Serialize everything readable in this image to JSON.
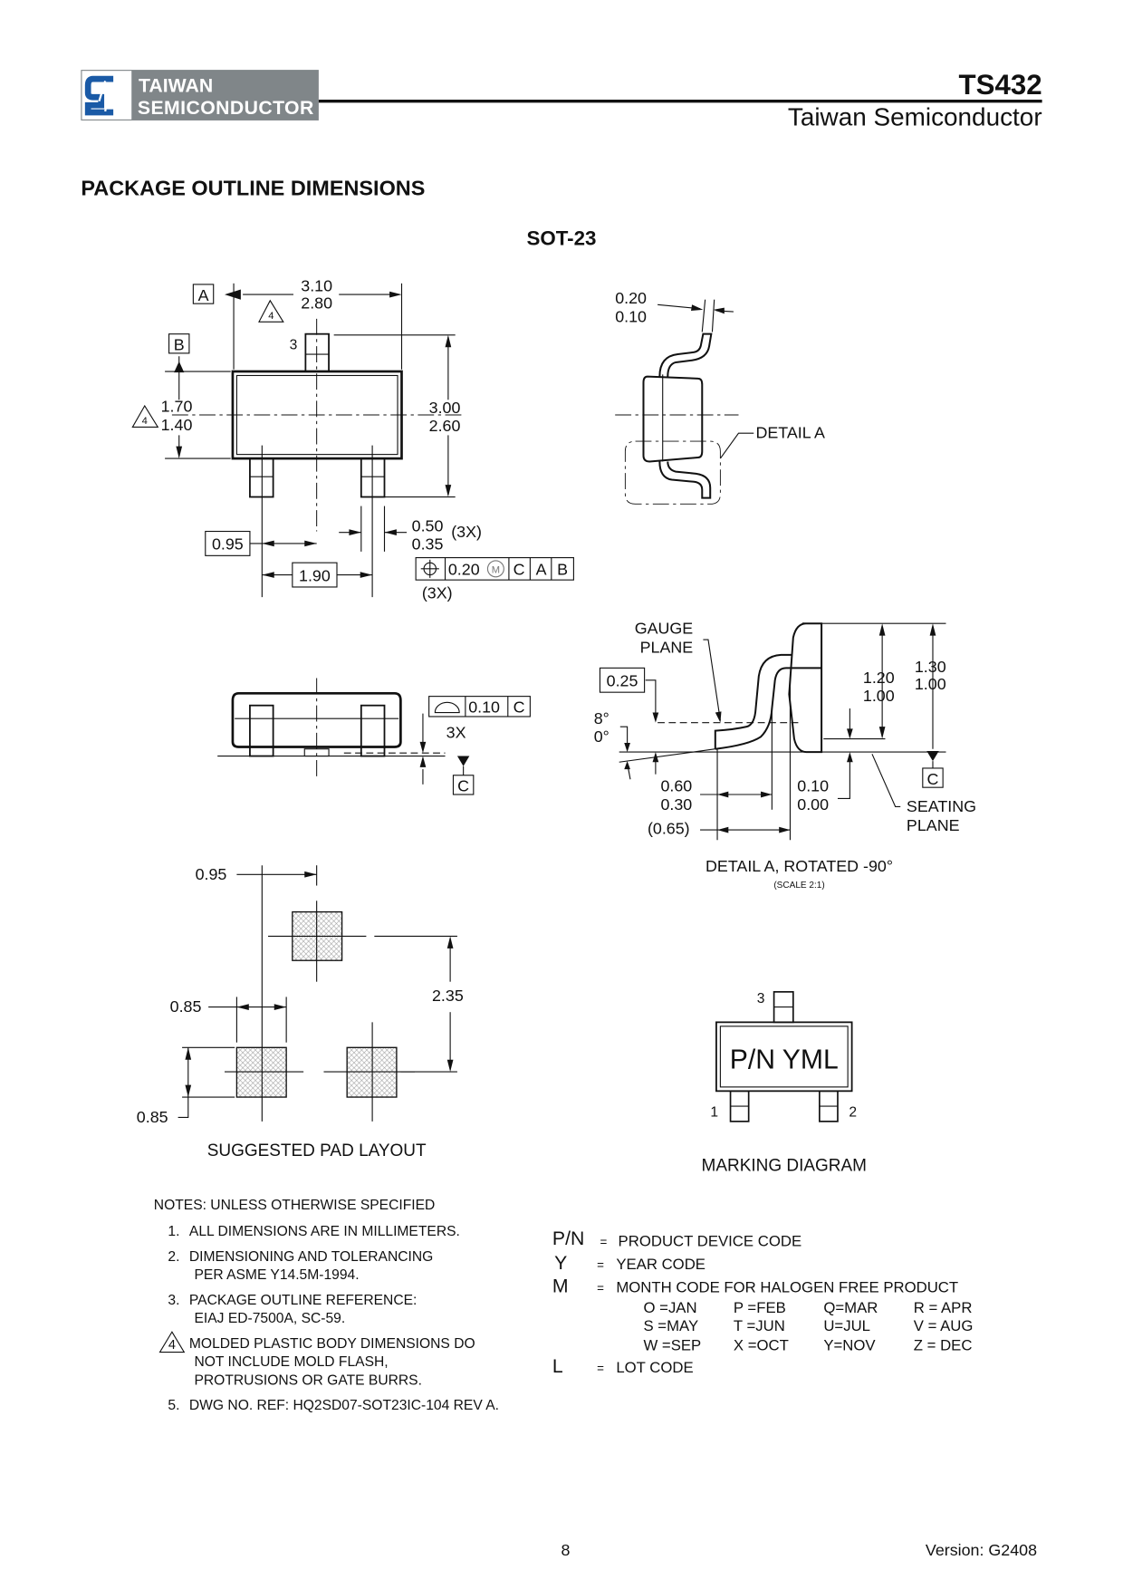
{
  "header": {
    "logo_line1": "TAIWAN",
    "logo_line2": "SEMICONDUCTOR",
    "part_number": "TS432",
    "company": "Taiwan Semiconductor",
    "logo_color": "#808689",
    "logo_accent": "#1a5aa6"
  },
  "section_title": "PACKAGE OUTLINE DIMENSIONS",
  "package_name": "SOT-23",
  "top_view": {
    "datum_a": "A",
    "datum_b": "B",
    "width_max": "3.10",
    "width_min": "2.80",
    "note_flag": "4",
    "pin3": "3",
    "body_max": "1.70",
    "body_min": "1.40",
    "height_max": "3.00",
    "height_min": "2.60",
    "pitch": "0.95",
    "pitch2": "1.90",
    "lead_max": "0.50",
    "lead_min": "0.35",
    "lead_count": "(3X)",
    "fcf_tol": "0.20",
    "fcf_mod": "M",
    "fcf_c": "C",
    "fcf_a": "A",
    "fcf_b": "B",
    "fcf_count": "(3X)"
  },
  "side_view": {
    "flatness": "0.10",
    "flatness_datum": "C",
    "count": "3X",
    "datum_c": "C"
  },
  "end_view": {
    "thk_max": "0.20",
    "thk_min": "0.10",
    "detail_label": "DETAIL A"
  },
  "detail_a": {
    "gauge1": "GAUGE",
    "gauge2": "PLANE",
    "gauge_dim": "0.25",
    "angle_max": "8°",
    "angle_min": "0°",
    "h1_max": "1.20",
    "h1_min": "1.00",
    "h2_max": "1.30",
    "h2_min": "1.00",
    "datum_c": "C",
    "seat1": "SEATING",
    "seat2": "PLANE",
    "foot_max": "0.60",
    "foot_min": "0.30",
    "standoff_max": "0.10",
    "standoff_min": "0.00",
    "foot_ref": "(0.65)",
    "caption": "DETAIL A, ROTATED -90°",
    "scale": "(SCALE 2:1)"
  },
  "pad_layout": {
    "pitch": "0.95",
    "span": "2.35",
    "pad_w": "0.85",
    "pad_h": "0.85",
    "caption": "SUGGESTED PAD LAYOUT"
  },
  "marking": {
    "pin3": "3",
    "pin1": "1",
    "pin2": "2",
    "text": "P/N YML",
    "caption": "MARKING DIAGRAM"
  },
  "notes": {
    "heading": "NOTES: UNLESS OTHERWISE SPECIFIED",
    "items": [
      {
        "num": "1.",
        "lines": [
          "ALL DIMENSIONS ARE IN MILLIMETERS."
        ]
      },
      {
        "num": "2.",
        "lines": [
          "DIMENSIONING AND TOLERANCING",
          "PER ASME Y14.5M-1994."
        ]
      },
      {
        "num": "3.",
        "lines": [
          "PACKAGE OUTLINE REFERENCE:",
          "EIAJ ED-7500A,  SC-59."
        ]
      },
      {
        "num": "4",
        "lines": [
          "MOLDED PLASTIC BODY DIMENSIONS DO",
          "NOT INCLUDE MOLD FLASH,",
          "PROTRUSIONS OR GATE BURRS."
        ]
      },
      {
        "num": "5.",
        "lines": [
          "DWG NO. REF: HQ2SD07-SOT23IC-104 REV A."
        ]
      }
    ]
  },
  "legend": {
    "items": [
      {
        "key": "P/N",
        "eq": "=",
        "desc": "PRODUCT DEVICE CODE"
      },
      {
        "key": "Y",
        "eq": "=",
        "desc": "YEAR CODE"
      },
      {
        "key": "M",
        "eq": "=",
        "desc": "MONTH CODE FOR HALOGEN FREE PRODUCT"
      },
      {
        "key": "L",
        "eq": "=",
        "desc": "LOT CODE"
      }
    ],
    "months": [
      [
        "O =JAN",
        "P =FEB",
        "Q=MAR",
        "R = APR"
      ],
      [
        "S =MAY",
        "T =JUN",
        "U=JUL",
        "V = AUG"
      ],
      [
        "W =SEP",
        "X =OCT",
        "Y=NOV",
        "Z = DEC"
      ]
    ]
  },
  "footer": {
    "page": "8",
    "version": "Version: G2408"
  }
}
